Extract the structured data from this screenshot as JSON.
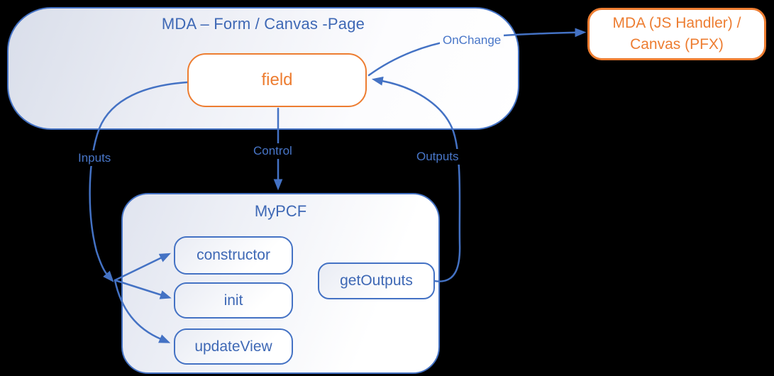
{
  "diagram": {
    "page_box": {
      "title": "MDA – Form / Canvas -Page"
    },
    "field_box": {
      "label": "field"
    },
    "handler_box": {
      "line1": "MDA (JS Handler) /",
      "line2": "Canvas (PFX)"
    },
    "mypcf_box": {
      "title": "MyPCF",
      "methods": [
        "constructor",
        "init",
        "updateView"
      ],
      "get_outputs_label": "getOutputs"
    },
    "connectors": {
      "inputs": "Inputs",
      "control": "Control",
      "outputs": "Outputs",
      "onchange": "OnChange"
    },
    "colors": {
      "line_blue": "#4472C4",
      "text_blue": "#3E68B5",
      "accent_orange": "#ED7D31",
      "background": "#000000"
    }
  }
}
